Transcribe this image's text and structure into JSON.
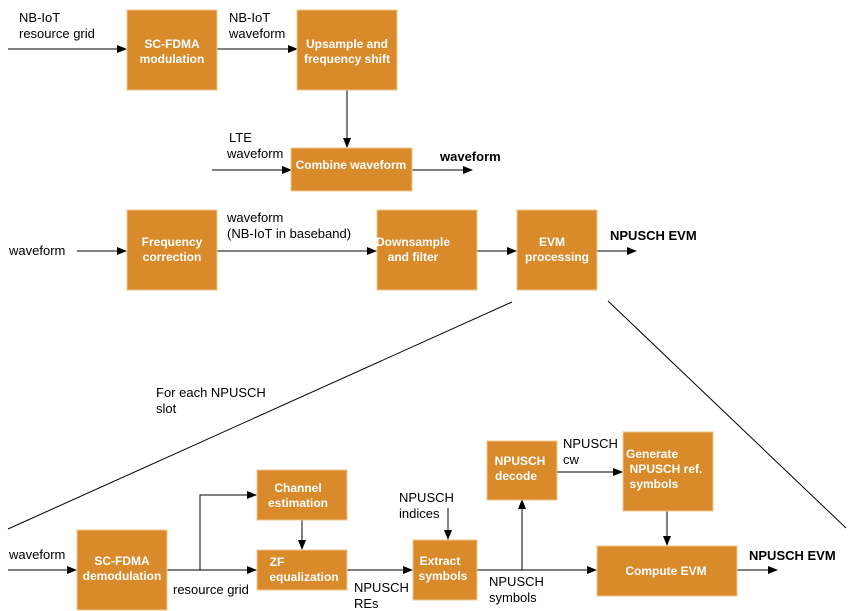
{
  "blocks": {
    "scfdma_mod": [
      "SC-FDMA",
      "modulation"
    ],
    "upsample": [
      "Upsample and",
      "frequency shift"
    ],
    "combine": [
      "Combine waveform"
    ],
    "freq_corr": [
      "Frequency",
      "correction"
    ],
    "downsample": [
      "Downsample",
      "and filter"
    ],
    "evm_proc": [
      "EVM",
      "processing"
    ],
    "scfdma_demod": [
      "SC-FDMA",
      "demodulation"
    ],
    "channel_est": [
      "Channel",
      "estimation"
    ],
    "zf_eq": [
      "ZF",
      "equalization"
    ],
    "extract": [
      "Extract",
      "symbols"
    ],
    "npusch_decode": [
      "NPUSCH",
      "decode"
    ],
    "gen_ref": [
      "Generate",
      "NPUSCH ref.",
      "symbols"
    ],
    "compute_evm": [
      "Compute EVM"
    ]
  },
  "labels": {
    "nbiot_grid": [
      "NB-IoT",
      "resource grid"
    ],
    "nbiot_waveform": [
      "NB-IoT",
      "waveform"
    ],
    "lte_waveform": [
      "LTE",
      "waveform"
    ],
    "out_waveform": "waveform",
    "in_waveform_2": "waveform",
    "wf_baseband": [
      "waveform",
      "(NB-IoT in baseband)"
    ],
    "out_npusch_evm_1": "NPUSCH EVM",
    "for_each": [
      "For each NPUSCH",
      "slot"
    ],
    "in_waveform_3": "waveform",
    "resource_grid": "resource grid",
    "npusch_res": [
      "NPUSCH",
      "REs"
    ],
    "npusch_indices": [
      "NPUSCH",
      "indices"
    ],
    "npusch_symbols": [
      "NPUSCH",
      "symbols"
    ],
    "npusch_cw": [
      "NPUSCH",
      "cw"
    ],
    "out_npusch_evm_2": "NPUSCH EVM"
  },
  "colors": {
    "block_fill": "#d98a2a",
    "block_border": "#f2c58c",
    "block_text": "#ffffff"
  }
}
